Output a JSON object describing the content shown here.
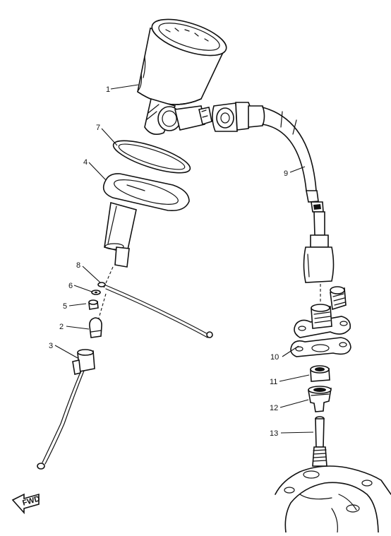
{
  "callouts": {
    "c1": "1",
    "c2": "2",
    "c3": "3",
    "c4": "4",
    "c5": "5",
    "c6": "6",
    "c7": "7",
    "c8": "8",
    "c9": "9",
    "c10": "10",
    "c11": "11",
    "c12": "12",
    "c13": "13"
  },
  "direction_badge": "FWD"
}
